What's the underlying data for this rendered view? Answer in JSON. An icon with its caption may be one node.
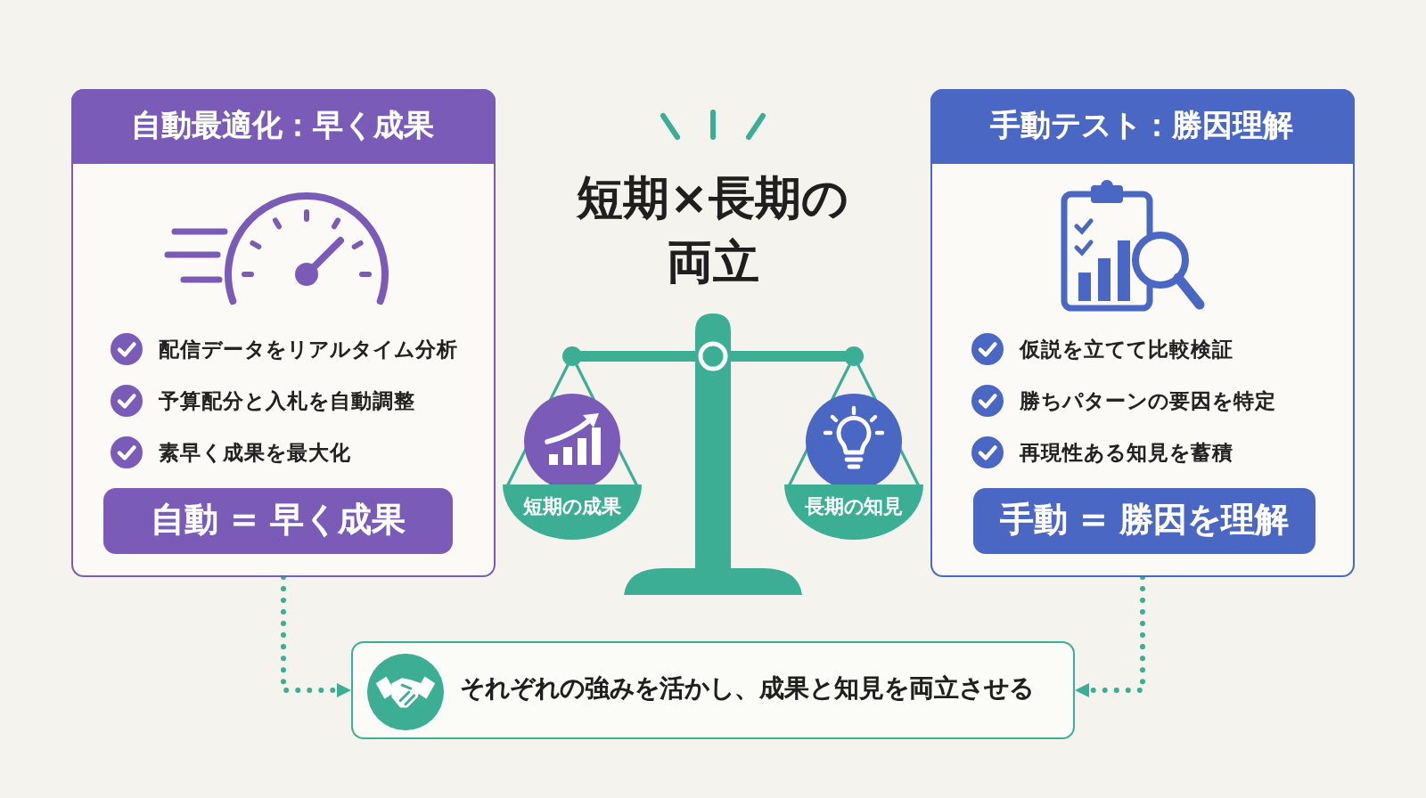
{
  "diagram": {
    "title": "短期×長期の両立",
    "nodes": [
      {
        "text": [
          "自動最適化：早く成果",
          "配信データをリアルタイム分析",
          "予算配分と入札を自動調整",
          "素早く成果を最大化"
        ]
      },
      {
        "text": [
          "自動 = 早く成果"
        ],
        "in": 0
      },
      {
        "text": [
          "短期の成果"
        ]
      },
      {
        "text": [
          "長期の知見"
        ]
      },
      {
        "text": [
          "手動テスト：勝因理解",
          "仮説を立てて比較検証",
          "勝ちパターンの要因を特定",
          "再現性ある知見を蓄積"
        ]
      },
      {
        "text": [
          "手動 = 勝因を理解"
        ],
        "in": 4
      },
      {
        "text": [
          "それぞれの強みを活かし、成果と知見を両立させる"
        ]
      }
    ],
    "edges": [
      {
        "from": 0,
        "to": 6,
        "arrow": "to",
        "style": "dashed"
      },
      {
        "from": 4,
        "to": 6,
        "arrow": "to",
        "style": "dashed"
      }
    ]
  }
}
